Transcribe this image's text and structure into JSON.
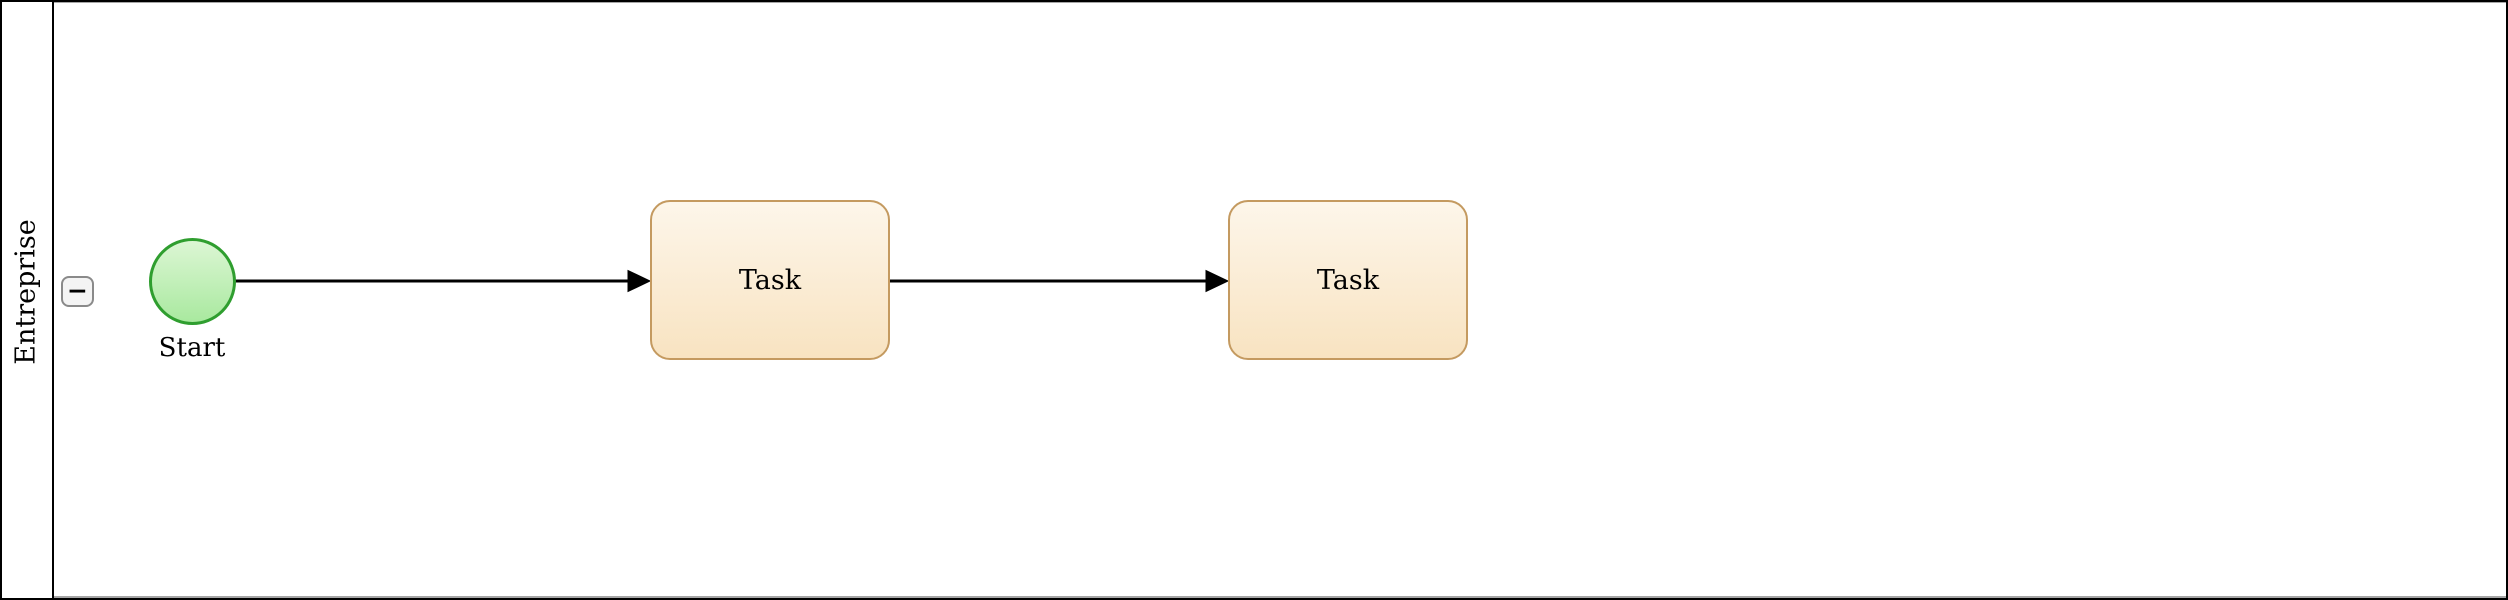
{
  "lane": {
    "label": "Entreprise",
    "collapse_button_glyph": "−"
  },
  "nodes": {
    "start_event": {
      "label": "Start"
    },
    "tasks": [
      {
        "label": "Task"
      },
      {
        "label": "Task"
      }
    ]
  },
  "colors": {
    "pool_border": "#000000",
    "lane_inner_border": "#a6a6a6",
    "button_fill": "#f4f4f4",
    "button_border": "#8a8a8a",
    "event_border": "#2f9e2f",
    "event_fill_top": "#dcf6d4",
    "event_fill_bottom": "#a9e99f",
    "task_border": "#c49a60",
    "task_fill_top": "#fdf6ea",
    "task_fill_bottom": "#f8e3c1",
    "connector": "#000000"
  }
}
